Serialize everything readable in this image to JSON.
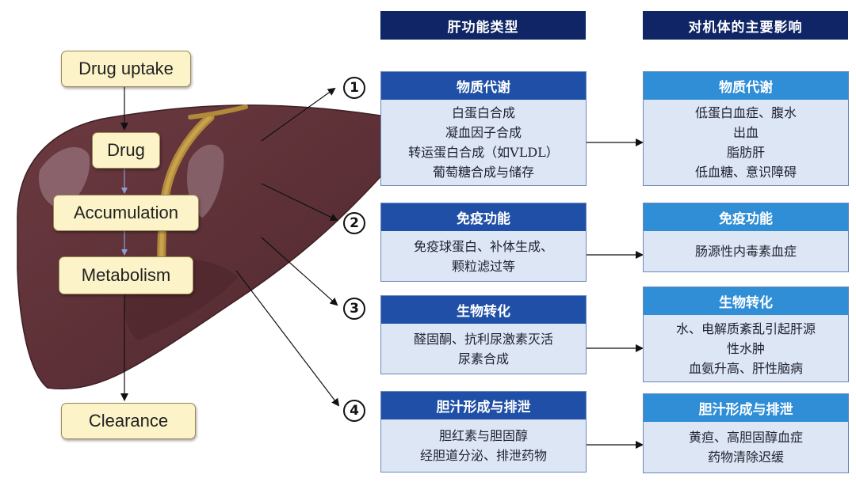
{
  "flowchart": {
    "steps": [
      "Drug uptake",
      "Drug",
      "Accumulation",
      "Metabolism",
      "Clearance"
    ]
  },
  "headers": {
    "left": "肝功能类型",
    "right": "对机体的主要影响"
  },
  "rows": [
    {
      "number": "1",
      "function": {
        "title": "物质代谢",
        "lines": [
          "白蛋白合成",
          "凝血因子合成",
          "转运蛋白合成（如VLDL）",
          "葡萄糖合成与储存"
        ]
      },
      "effect": {
        "title": "物质代谢",
        "lines": [
          "低蛋白血症、腹水",
          "出血",
          "脂肪肝",
          "低血糖、意识障碍"
        ]
      }
    },
    {
      "number": "2",
      "function": {
        "title": "免疫功能",
        "lines": [
          "免疫球蛋白、补体生成、",
          "颗粒滤过等"
        ]
      },
      "effect": {
        "title": "免疫功能",
        "lines": [
          "肠源性内毒素血症"
        ]
      }
    },
    {
      "number": "3",
      "function": {
        "title": "生物转化",
        "lines": [
          "醛固酮、抗利尿激素灭活",
          "尿素合成"
        ]
      },
      "effect": {
        "title": "生物转化",
        "lines": [
          "水、电解质紊乱引起肝源",
          "性水肿",
          "血氨升高、肝性脑病"
        ]
      }
    },
    {
      "number": "4",
      "function": {
        "title": "胆汁形成与排泄",
        "lines": [
          "胆红素与胆固醇",
          "经胆道分泌、排泄药物"
        ]
      },
      "effect": {
        "title": "胆汁形成与排泄",
        "lines": [
          "黄疸、高胆固醇血症",
          "药物清除迟缓"
        ]
      }
    }
  ],
  "colors": {
    "header_bg": "#0f2566",
    "function_title_bg": "#1f4fa6",
    "effect_title_bg": "#2f8ed6",
    "card_body_bg": "#dde6f4",
    "liver": "#5e3138",
    "flow_box": "#fcf3c8"
  }
}
